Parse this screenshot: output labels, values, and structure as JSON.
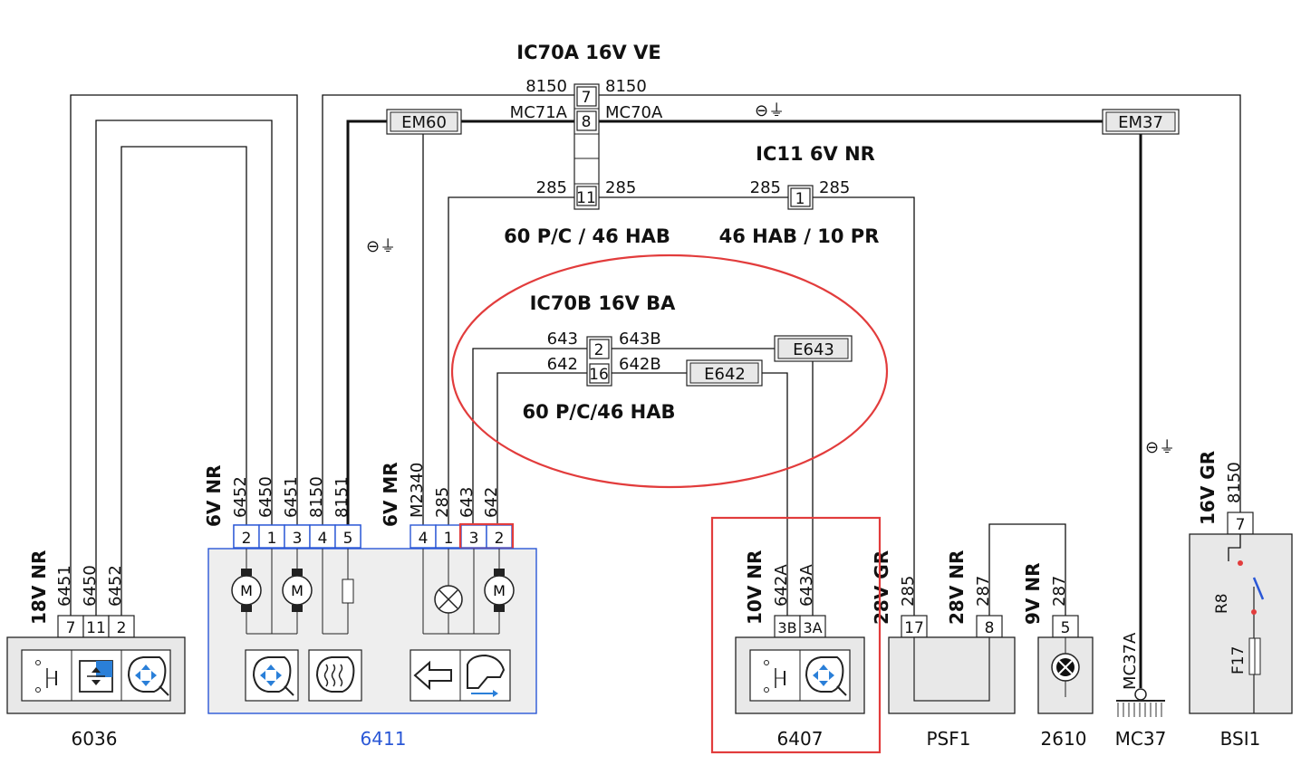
{
  "connectors": {
    "ic70a": "IC70A 16V VE",
    "ic11": "IC11 6V NR",
    "ic70b": "IC70B 16V BA"
  },
  "notes": {
    "ic70a_pins": [
      "7",
      "8",
      "11"
    ],
    "ic70a_wires_left": [
      "8150",
      "MC71A",
      "285"
    ],
    "ic70a_wires_right": [
      "8150",
      "MC70A",
      "285"
    ],
    "ic11_pin": "1",
    "ic11_wires": [
      "285",
      "285"
    ],
    "ic70b_pins": [
      "2",
      "16"
    ],
    "ic70b_wires_left": [
      "643",
      "642"
    ],
    "ic70b_wires_right": [
      "643B",
      "642B"
    ],
    "label_60pc_46hab": "60 P/C / 46 HAB",
    "label_46hab_10pr": "46 HAB / 10 PR",
    "label_60pc46hab": "60 P/C/46 HAB",
    "ground": "⊖⏚"
  },
  "splices": {
    "em60": "EM60",
    "em37": "EM37",
    "e643": "E643",
    "e642": "E642"
  },
  "components": {
    "c6036": {
      "id": "6036",
      "connector": "18V NR",
      "wires": [
        "6451",
        "6450",
        "6452"
      ],
      "pins": [
        "7",
        "11",
        "2"
      ]
    },
    "c6411": {
      "id": "6411",
      "connector_a": "6V NR",
      "wires_a": [
        "6452",
        "6450",
        "6451",
        "8150",
        "8151"
      ],
      "pins_a": [
        "2",
        "1",
        "3",
        "4",
        "5"
      ],
      "connector_b": "6V MR",
      "wires_b": [
        "M2340",
        "285",
        "643",
        "642"
      ],
      "pins_b": [
        "4",
        "1",
        "3",
        "2"
      ]
    },
    "c6407": {
      "id": "6407",
      "connector": "10V NR",
      "wires": [
        "642A",
        "643A"
      ],
      "pins": [
        "3B",
        "3A"
      ]
    },
    "psf1": {
      "id": "PSF1",
      "connector": "28V GR",
      "wire": "285",
      "pin": "17"
    },
    "psf1b": {
      "connector": "28V NR",
      "wire": "287",
      "pin": "8"
    },
    "c2610": {
      "id": "2610",
      "connector": "9V NR",
      "wire": "287",
      "pin": "5"
    },
    "mc37": {
      "id": "MC37",
      "wire": "MC37A"
    },
    "bsi1": {
      "id": "BSI1",
      "connector": "16V GR",
      "wire": "8150",
      "pin": "7",
      "relay": "R8",
      "fuse": "F17"
    }
  },
  "colors": {
    "highlight": "#e23c3c",
    "module_6411": "#2a57d6"
  }
}
